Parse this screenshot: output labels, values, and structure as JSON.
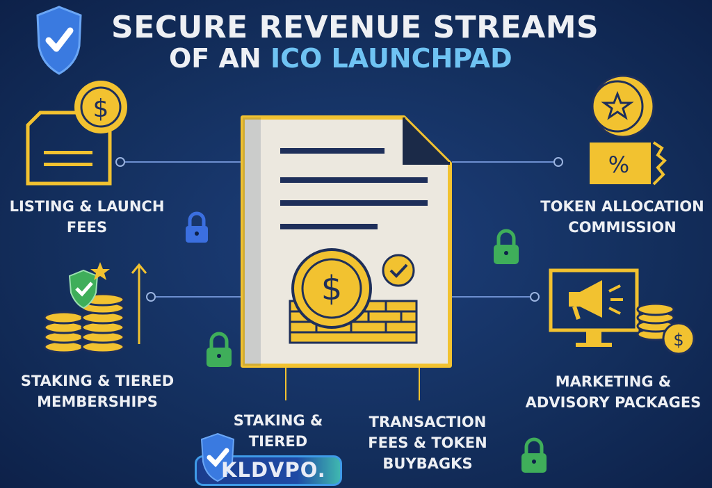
{
  "header": {
    "title_line1": "SECURE REVENUE STREAMS",
    "title_line2_prefix": "OF AN",
    "title_line2_highlight": "ICO LAUNCHPAD"
  },
  "streams": [
    {
      "label_line1": "LISTING & LAUNCH",
      "label_line2": "FEES",
      "icon": "invoice-coin-icon"
    },
    {
      "label_line1": "TOKEN ALLOCATION",
      "label_line2": "COMMISSION",
      "icon": "star-coin-percent-ticket-icon"
    },
    {
      "label_line1": "STAKING & TIERED",
      "label_line2": "MEMBERSHIPS",
      "icon": "coin-stacks-shield-icon"
    },
    {
      "label_line1": "MARKETING &",
      "label_line2": "ADVISORY PACKAGES",
      "icon": "monitor-megaphone-icon"
    },
    {
      "label_line1": "STAKING &",
      "label_line2": "TIERED",
      "icon": ""
    },
    {
      "label_line1": "TRANSACTION",
      "label_line2": "FEES & TOKEN",
      "label_line3": "BUYBAGKS",
      "icon": ""
    }
  ],
  "logo": {
    "text": "KLDVPO."
  },
  "colors": {
    "background": "#14305f",
    "accent": "#f2c230",
    "highlight": "#6fc3f3",
    "lock_green": "#3fae5a",
    "lock_blue": "#3b6fe0",
    "document": "#ece8df"
  }
}
